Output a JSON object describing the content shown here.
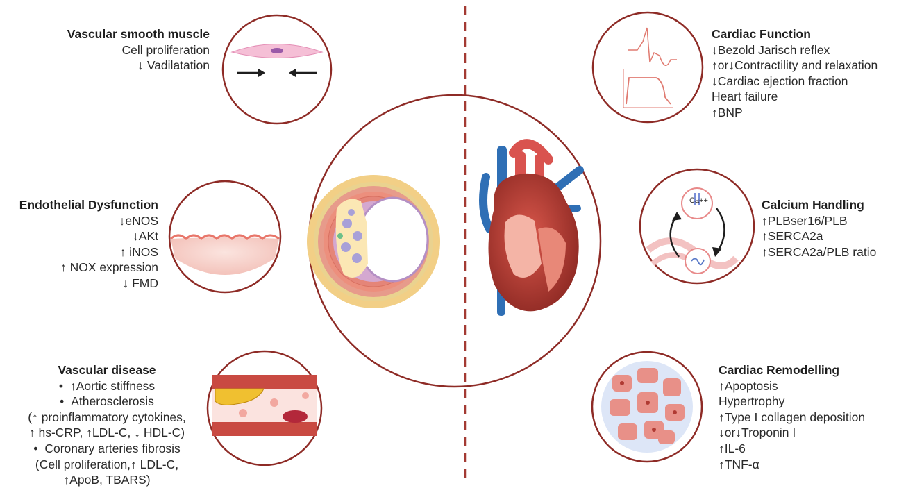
{
  "colors": {
    "circle_stroke": "#8e2b26",
    "divider": "#a33a33",
    "text": "#2a2a2a",
    "artery_red": "#d9534f",
    "vein_blue": "#2f6fb5",
    "heart_muscle": "#b33a32"
  },
  "vascular_smooth_muscle": {
    "title": "Vascular smooth muscle",
    "lines": [
      "Cell proliferation",
      "↓ Vadilatation"
    ]
  },
  "endothelial_dysfunction": {
    "title": "Endothelial Dysfunction",
    "lines": [
      "↓eNOS",
      "↓AKt",
      "↑ iNOS",
      "↑ NOX expression",
      "↓ FMD"
    ]
  },
  "vascular_disease": {
    "title": "Vascular disease",
    "lines": [
      "↑Aortic stiffness",
      "Atherosclerosis",
      "(↑ proinflammatory cytokines,",
      "↑ hs-CRP, ↑LDL-C, ↓ HDL-C)",
      "Coronary arteries fibrosis",
      "(Cell proliferation,↑ LDL-C,",
      "↑ApoB, TBARS)"
    ]
  },
  "cardiac_function": {
    "title": "Cardiac Function",
    "lines": [
      "↓Bezold Jarisch reflex",
      "↑or↓Contractility and relaxation",
      "↓Cardiac  ejection fraction",
      "Heart failure",
      "↑BNP"
    ]
  },
  "calcium_handling": {
    "title": "Calcium Handling",
    "lines": [
      "↑PLBser16/PLB",
      "↑SERCA2a",
      "↑SERCA2a/PLB ratio"
    ],
    "icon_label": "Ca++"
  },
  "cardiac_remodelling": {
    "title": "Cardiac Remodelling",
    "lines": [
      "↑Apoptosis",
      "Hypertrophy",
      "↑Type I collagen deposition",
      "↓or↓Troponin I",
      "↑IL-6",
      "↑TNF-α"
    ]
  }
}
